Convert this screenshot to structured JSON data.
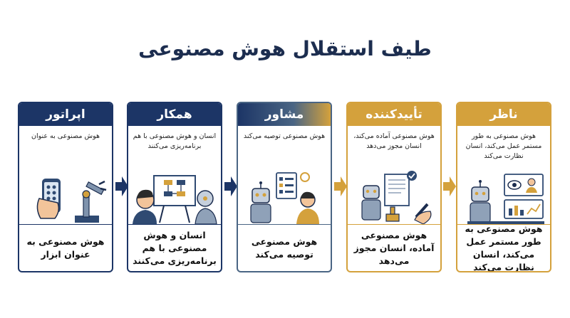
{
  "title": "طیف استقلال هوش مصنوعی",
  "colors": {
    "navy": "#1c3566",
    "gold": "#d4a13c",
    "mid": "#4a6584"
  },
  "stages": [
    {
      "header": "اپراتور",
      "caption": "هوش مصنوعی به عنوان",
      "description": "هوش مصنوعی به عنوان ابزار",
      "icon": "robotic-arm-and-remote-icon"
    },
    {
      "header": "همکار",
      "caption": "انسان و هوش مصنوعی با هم برنامه‌ریزی می‌کنند",
      "description": "انسان و هوش مصنوعی با هم برنامه‌ریزی می‌کنند",
      "icon": "human-robot-whiteboard-icon"
    },
    {
      "header": "مشاور",
      "caption": "هوش مصنوعی توصیه می‌کند",
      "description": "هوش مصنوعی توصیه می‌کند",
      "icon": "robot-advisor-checklist-icon"
    },
    {
      "header": "تأییدکننده",
      "caption": "هوش مصنوعی آماده می‌کند، انسان مجوز می‌دهد",
      "description": "هوش مصنوعی آماده، انسان مجوز می‌دهد",
      "icon": "robot-document-approval-icon"
    },
    {
      "header": "ناظر",
      "caption": "هوش مصنوعی به طور مستمر عمل می‌کند، انسان نظارت می‌کند",
      "description": "هوش مصنوعی به طور مستمر عمل می‌کند، انسان نظارت می‌کند",
      "icon": "robot-monitoring-dashboard-icon"
    }
  ]
}
